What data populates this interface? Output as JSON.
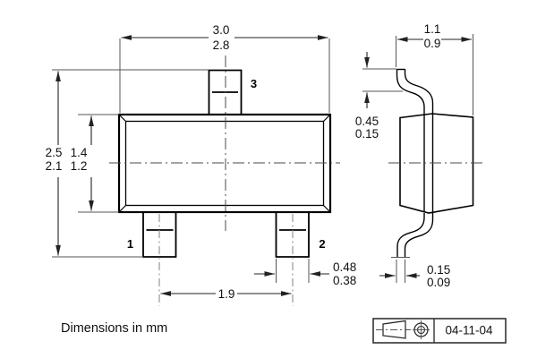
{
  "note": "Dimensions in mm",
  "front_view": {
    "pin1": "1",
    "pin2": "2",
    "pin3": "3",
    "overall_width": {
      "max": "3.0",
      "min": "2.8"
    },
    "overall_height": {
      "max": "2.5",
      "min": "2.1"
    },
    "body_height": {
      "max": "1.4",
      "min": "1.2"
    },
    "lead_pitch": "1.9",
    "lead_width": {
      "max": "0.48",
      "min": "0.38"
    }
  },
  "side_view": {
    "overall_depth": {
      "max": "1.1",
      "min": "0.9"
    },
    "standoff": {
      "max": "0.45",
      "min": "0.15"
    },
    "lead_thickness": {
      "max": "0.15",
      "min": "0.09"
    }
  },
  "title_block": {
    "date": "04-11-04"
  },
  "colors": {
    "outline": "#000000",
    "dimension": "#222222",
    "extension": "#555555",
    "centerline": "#4a4a4a",
    "pin_centerline": "#8e8e8e"
  }
}
